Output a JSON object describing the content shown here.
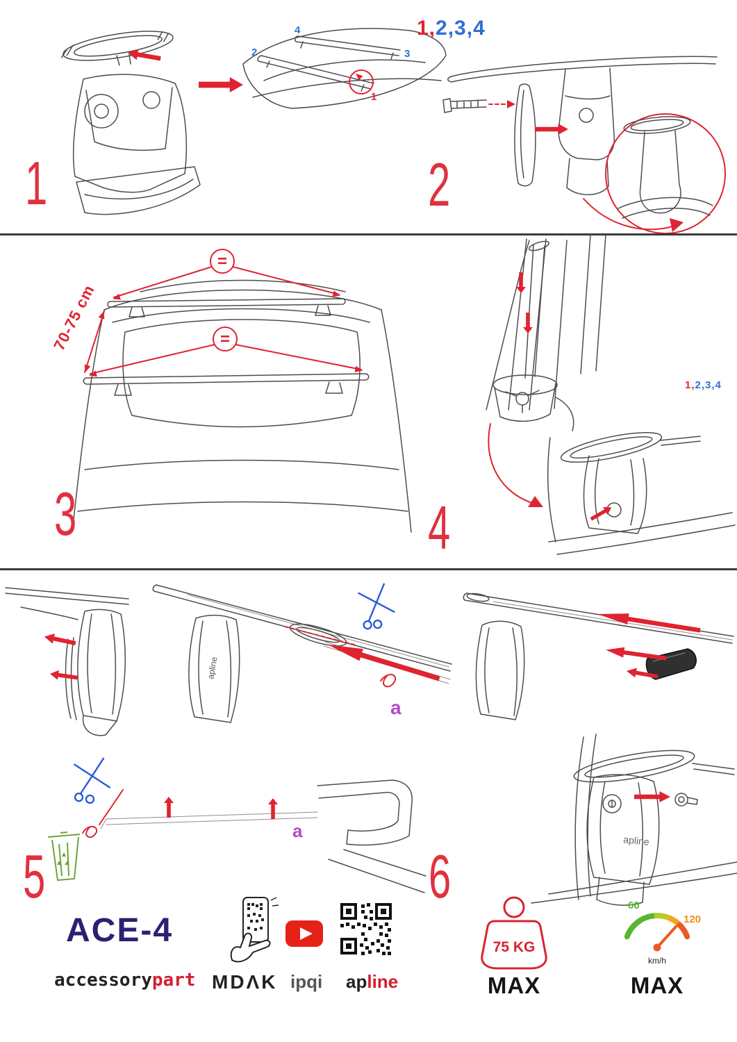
{
  "steps": {
    "n1": "1",
    "n2": "2",
    "n3": "3",
    "n4": "4",
    "n5": "5",
    "n6": "6"
  },
  "seq_top": {
    "red": "1,",
    "blue": "2,3,4"
  },
  "seq_step4": {
    "red": "1,",
    "blue": "2,3,4"
  },
  "callouts": {
    "pos4": "4",
    "pos2": "2",
    "pos3": "3",
    "pos1": "1",
    "equals": "=",
    "measure": "70-75 cm",
    "letter_a": "a"
  },
  "brand_on_part": "apline",
  "footer": {
    "product": "ACE-4",
    "brand_accessory": "accessory",
    "brand_part": "part",
    "brand_mdak": "MDΛK",
    "brand_ipqi": "ipqi",
    "brand_ap": "ap",
    "brand_line": "line",
    "weight": {
      "value": "75 KG",
      "max": "MAX"
    },
    "speed": {
      "low": "60",
      "high": "120",
      "unit": "km/h",
      "max": "MAX"
    }
  },
  "colors": {
    "red": "#e02330",
    "blue": "#2f6fd6",
    "purple": "#b14ccb",
    "green": "#6fa33c",
    "navy": "#2a2172"
  }
}
